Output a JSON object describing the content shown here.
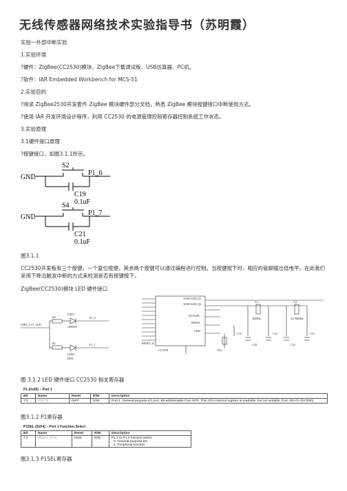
{
  "title": "无线传感器网络技术实验指导书（苏明霞）",
  "lines": [
    "实验一外部中断实验",
    "1.实验环境",
    "?硬件：ZigBee(CC2530)模块、ZigBee下载调试板、USB仿真器、PC机。",
    "?软件：IAR Embedded Workbench for MCS-51",
    "2.实验目的",
    "?阅读 ZigBee2530开发套件 ZigBee 模块硬件部分文档，熟悉 ZigBee 模块按键接口中断使用方式。",
    "?使用 IAR 开发环境设计程序，利用 CC2530 的电源管理控制寄存器控制系统工作状态。",
    "3.实验原理",
    "3.1硬件接口原理",
    "?按键接口，如图3.1.1所示。"
  ],
  "schematic1": {
    "s2": "S2",
    "gnd1": "GND",
    "p16": "P1_6",
    "c19": "C19",
    "c19v": "0.1uF",
    "s4": "S4",
    "gnd2": "GND",
    "p17": "P1_7",
    "c21": "C21",
    "c21v": "0.1uF"
  },
  "fig311": "图3.1.1",
  "para1": "CC2530开发板有三个按键，一个复位按键，其余两个按键可以通过编程进行控制。当按键按下时，相应的管脚输出低电平。在此我们采用下降沿触发中断的方式来检测是否有按键按下。",
  "led_title": "ZigBee(CC2530)模块 LED 硬件接口",
  "schematic2": {
    "vdd": "VDD_3.3V_LED",
    "r2": "R2",
    "r1": "R1",
    "led1": "LED1",
    "led2": "LED2",
    "green": "GREEN",
    "red": "RED",
    "p10": "P1_0",
    "p11": "P1_1",
    "xosc_q1": "XOSC32M_Q1",
    "xosc_q2": "XOSC32M_Q2",
    "dcoupl": "DCOUPL",
    "rbias": "RBIAS",
    "gnd": "GND",
    "reset": "RESET_N",
    "chip": "CC2530",
    "y1": "Y1",
    "y2": "Y2",
    "mhz": "32MHz",
    "khz": "32.768kHz",
    "c19": "C19",
    "c20": "C20",
    "c21": "C21",
    "c22": "C22",
    "c23": "C23",
    "r31": "R31"
  },
  "fig312": "图 3.1.2 LED 硬件接口 CC2530 相关寄存器",
  "table1": {
    "title": "P1 (0x90) – Port 1",
    "headers": [
      "Bit",
      "Name",
      "Reset",
      "R/W",
      "Description"
    ],
    "row": [
      "7:0",
      "P1[7:0]",
      "0xFF",
      "R/W",
      "Port 1. General-purpose I/O port. Bit-addressable from SFR. This CPU-internal register is readable, but not writable, from XDATA (0x7090)."
    ]
  },
  "fig312b": "图3.1.2 P1寄存器",
  "table2": {
    "title": "P1SEL (0xF4) – Port 1 Function Select",
    "headers": [
      "Bit",
      "Name",
      "Reset",
      "R/W",
      "Description"
    ],
    "row": [
      "7:0",
      "SELP1_[7:0]",
      "0x00",
      "R/W",
      "P1.7 to P1.0 function select"
    ],
    "opt0": "0:  General-purpose I/O",
    "opt1": "1:  Peripheral function"
  },
  "fig313": "图3.1.3 P1SEL寄存器"
}
